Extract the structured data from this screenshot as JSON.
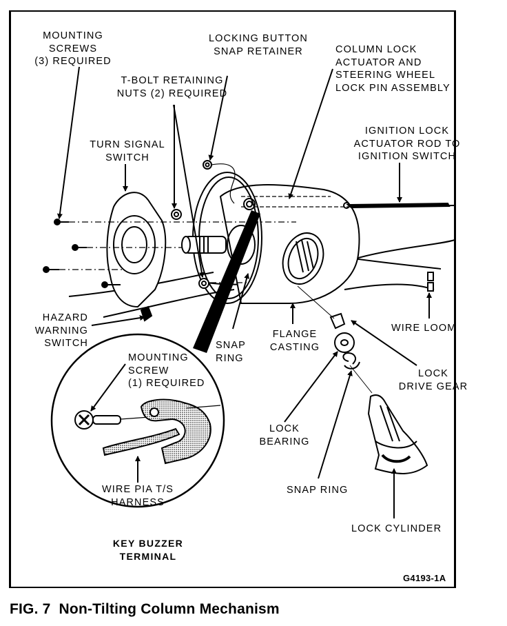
{
  "figure": {
    "caption_number": "FIG. 7",
    "caption_title": "Non-Tilting Column Mechanism",
    "figure_code": "G4193-1A"
  },
  "labels": {
    "mounting_screws": [
      "MOUNTING",
      "SCREWS",
      "(3) REQUIRED"
    ],
    "locking_button": [
      "LOCKING BUTTON",
      "SNAP RETAINER"
    ],
    "column_lock": [
      "COLUMN LOCK",
      "ACTUATOR AND",
      "STEERING WHEEL",
      "LOCK PIN ASSEMBLY"
    ],
    "tbolt_nuts": [
      "T-BOLT RETAINING",
      "NUTS (2) REQUIRED"
    ],
    "ignition_rod": [
      "IGNITION LOCK",
      "ACTUATOR ROD TO",
      "IGNITION SWITCH"
    ],
    "turn_signal": [
      "TURN SIGNAL",
      "SWITCH"
    ],
    "hazard_switch": [
      "HAZARD",
      "WARNING",
      "SWITCH"
    ],
    "snap_ring_upper": [
      "SNAP",
      "RING"
    ],
    "flange_casting": [
      "FLANGE",
      "CASTING"
    ],
    "wire_loom": "WIRE LOOM",
    "lock_drive_gear": [
      "LOCK",
      "DRIVE GEAR"
    ],
    "mounting_screw_one": [
      "MOUNTING",
      "SCREW",
      "(1) REQUIRED"
    ],
    "lock_bearing": [
      "LOCK",
      "BEARING"
    ],
    "snap_ring_lower": "SNAP RING",
    "wire_harness": [
      "WIRE PIA T/S",
      "HARNESS"
    ],
    "lock_cylinder": "LOCK CYLINDER",
    "key_buzzer": [
      "KEY BUZZER",
      "TERMINAL"
    ]
  }
}
